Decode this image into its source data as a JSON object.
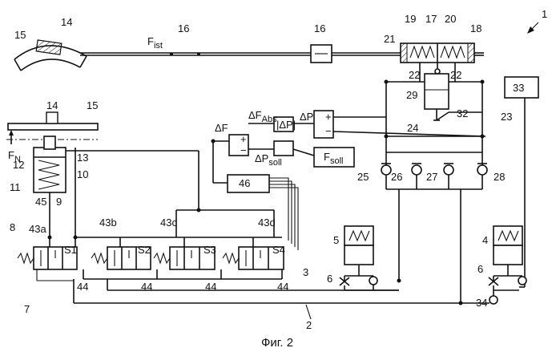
{
  "caption": "Фиг. 2",
  "labels": {
    "n1": "1",
    "n2": "2",
    "n3": "3",
    "n4": "4",
    "n5": "5",
    "n6a": "6",
    "n6b": "6",
    "n7": "7",
    "n8": "8",
    "n9": "9",
    "n10": "10",
    "n11": "11",
    "n12": "12",
    "n13": "13",
    "n14a": "14",
    "n14b": "14",
    "n15a": "15",
    "n15b": "15",
    "n16a": "16",
    "n16b": "16",
    "n17": "17",
    "n18": "18",
    "n19": "19",
    "n20": "20",
    "n21": "21",
    "n22a": "22",
    "n22b": "22",
    "n23": "23",
    "n24": "24",
    "n25": "25",
    "n26": "26",
    "n27": "27",
    "n28": "28",
    "n29": "29",
    "n32": "32",
    "n33": "33",
    "n34": "34",
    "n43a": "43a",
    "n43b": "43b",
    "n43c": "43c",
    "n43d": "43d",
    "n44a": "44",
    "n44b": "44",
    "n44c": "44",
    "n44d": "44",
    "n45": "45",
    "n46": "46",
    "s1": "S1",
    "s2": "S2",
    "s3": "S3",
    "s4": "S4"
  },
  "symbols": {
    "f_ist_main": "F",
    "f_ist_sub": "ist",
    "fn_main": "F",
    "fn_sub": "N",
    "delta_f": "ΔF",
    "delta_f_abs_main": "ΔF",
    "delta_f_abs_sub": "Abs",
    "delta_p_abs": "|ΔP|",
    "delta_p": "ΔP",
    "delta_p_soll_main": "ΔP",
    "delta_p_soll_sub": "soll",
    "f_soll_main": "F",
    "f_soll_sub": "soll",
    "plus": "+",
    "minus": "−"
  }
}
